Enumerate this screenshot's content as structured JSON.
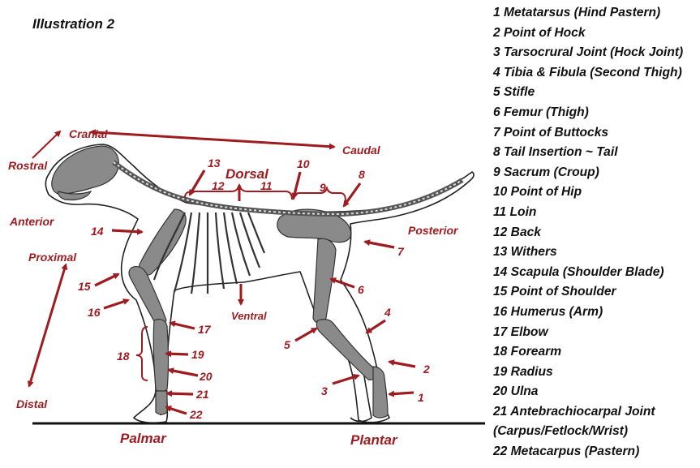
{
  "title": "Illustration 2",
  "directions": {
    "cranial": "Cranial",
    "caudal": "Caudal",
    "rostral": "Rostral",
    "dorsal": "Dorsal",
    "ventral": "Ventral",
    "anterior": "Anterior",
    "posterior": "Posterior",
    "proximal": "Proximal",
    "distal": "Distal",
    "palmar": "Palmar",
    "plantar": "Plantar"
  },
  "markers": [
    "1",
    "2",
    "3",
    "4",
    "5",
    "6",
    "7",
    "8",
    "9",
    "10",
    "11",
    "12",
    "13",
    "14",
    "15",
    "16",
    "17",
    "18",
    "19",
    "20",
    "21",
    "22"
  ],
  "legend": [
    "1 Metatarsus (Hind Pastern)",
    "2 Point of Hock",
    "3 Tarsocrural Joint (Hock Joint)",
    "4 Tibia & Fibula (Second Thigh)",
    "5 Stifle",
    "6 Femur (Thigh)",
    "7 Point of Buttocks",
    "8 Tail Insertion ~ Tail",
    "9 Sacrum (Croup)",
    "10 Point of Hip",
    "11 Loin",
    "12 Back",
    "13 Withers",
    "14 Scapula (Shoulder Blade)",
    "15 Point of Shoulder",
    "16 Humerus (Arm)",
    "17 Elbow",
    "18 Forearm",
    "19 Radius",
    "20 Ulna",
    "21 Antebrachiocarpal Joint",
    "(Carpus/Fetlock/Wrist)",
    "22 Metacarpus (Pastern)"
  ],
  "colors": {
    "accent": "#9e1b1f",
    "bone": "#8a8a8a",
    "outline": "#222222"
  }
}
